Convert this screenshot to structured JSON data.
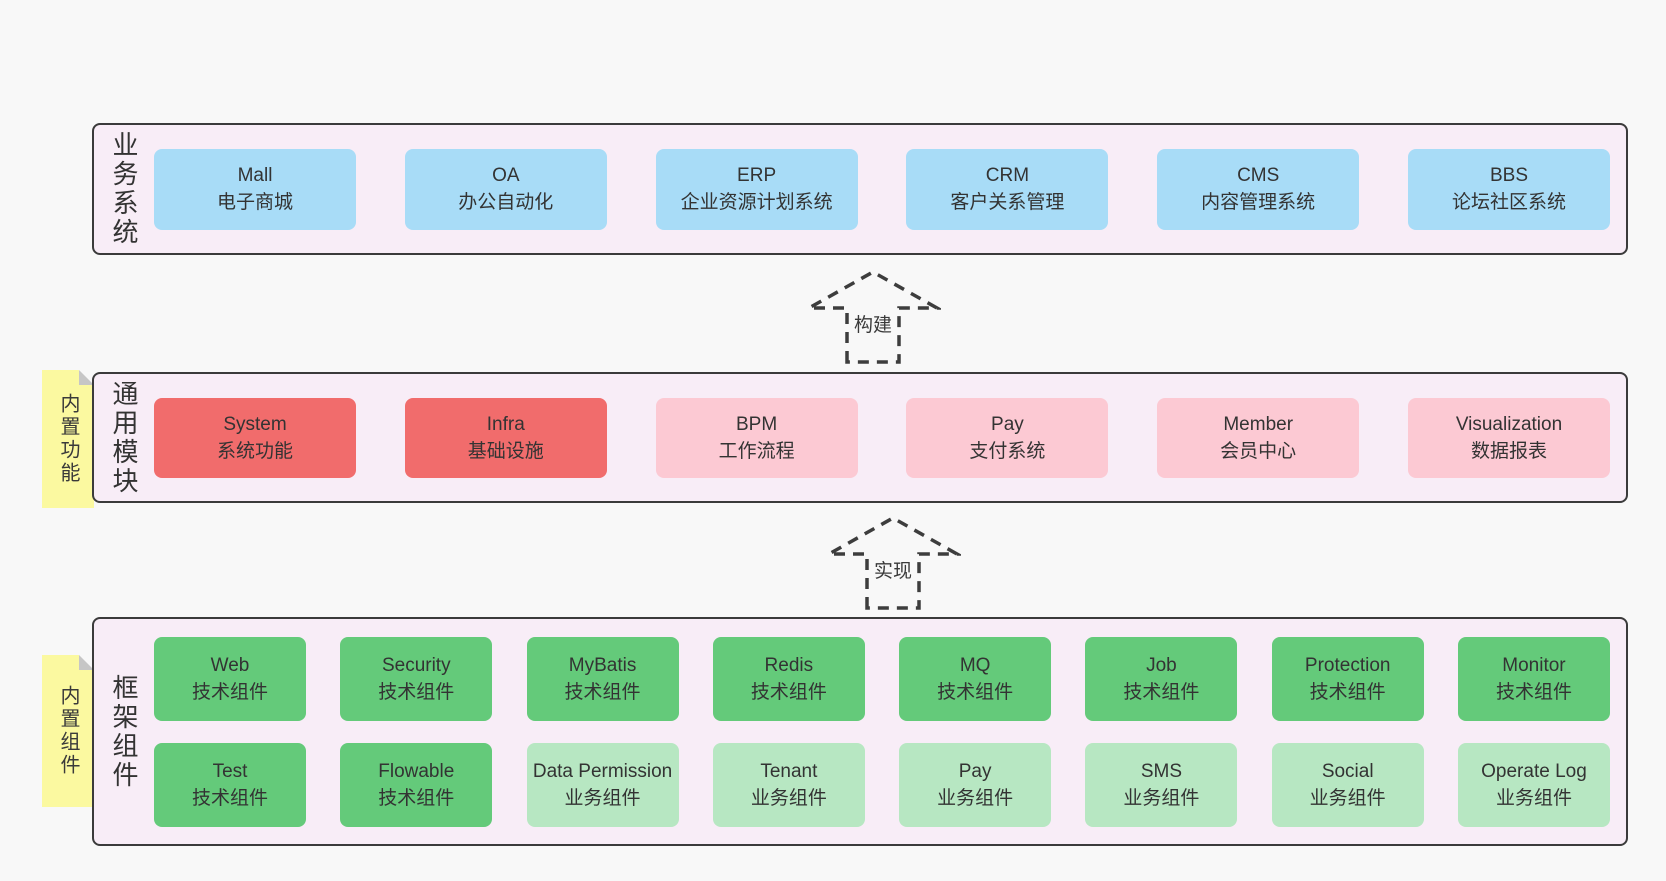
{
  "colors": {
    "page_bg": "#f8f8f8",
    "band_bg": "#f8edf7",
    "band_border": "#3b3b3b",
    "blue_box": "#a8dcf7",
    "red_box": "#f16c6c",
    "pink_box": "#fcc9d3",
    "green_box": "#64ca7a",
    "green_light_box": "#b7e7c2",
    "note_bg": "#fbf9a0"
  },
  "notes": [
    {
      "text": "内置功能"
    },
    {
      "text": "内置组件"
    }
  ],
  "arrows": [
    {
      "label": "构建"
    },
    {
      "label": "实现"
    }
  ],
  "bands": [
    {
      "side_label": "业务系统",
      "rows": [
        [
          {
            "title": "Mall",
            "subtitle": "电子商城",
            "variant": "blue"
          },
          {
            "title": "OA",
            "subtitle": "办公自动化",
            "variant": "blue"
          },
          {
            "title": "ERP",
            "subtitle": "企业资源计划系统",
            "variant": "blue"
          },
          {
            "title": "CRM",
            "subtitle": "客户关系管理",
            "variant": "blue"
          },
          {
            "title": "CMS",
            "subtitle": "内容管理系统",
            "variant": "blue"
          },
          {
            "title": "BBS",
            "subtitle": "论坛社区系统",
            "variant": "blue"
          }
        ]
      ]
    },
    {
      "side_label": "通用模块",
      "rows": [
        [
          {
            "title": "System",
            "subtitle": "系统功能",
            "variant": "red"
          },
          {
            "title": "Infra",
            "subtitle": "基础设施",
            "variant": "red"
          },
          {
            "title": "BPM",
            "subtitle": "工作流程",
            "variant": "pink"
          },
          {
            "title": "Pay",
            "subtitle": "支付系统",
            "variant": "pink"
          },
          {
            "title": "Member",
            "subtitle": "会员中心",
            "variant": "pink"
          },
          {
            "title": "Visualization",
            "subtitle": "数据报表",
            "variant": "pink"
          }
        ]
      ]
    },
    {
      "side_label": "框架组件",
      "rows": [
        [
          {
            "title": "Web",
            "subtitle": "技术组件",
            "variant": "green"
          },
          {
            "title": "Security",
            "subtitle": "技术组件",
            "variant": "green"
          },
          {
            "title": "MyBatis",
            "subtitle": "技术组件",
            "variant": "green"
          },
          {
            "title": "Redis",
            "subtitle": "技术组件",
            "variant": "green"
          },
          {
            "title": "MQ",
            "subtitle": "技术组件",
            "variant": "green"
          },
          {
            "title": "Job",
            "subtitle": "技术组件",
            "variant": "green"
          },
          {
            "title": "Protection",
            "subtitle": "技术组件",
            "variant": "green"
          },
          {
            "title": "Monitor",
            "subtitle": "技术组件",
            "variant": "green"
          }
        ],
        [
          {
            "title": "Test",
            "subtitle": "技术组件",
            "variant": "green"
          },
          {
            "title": "Flowable",
            "subtitle": "技术组件",
            "variant": "green"
          },
          {
            "title": "Data Permission",
            "subtitle": "业务组件",
            "variant": "green-light"
          },
          {
            "title": "Tenant",
            "subtitle": "业务组件",
            "variant": "green-light"
          },
          {
            "title": "Pay",
            "subtitle": "业务组件",
            "variant": "green-light"
          },
          {
            "title": "SMS",
            "subtitle": "业务组件",
            "variant": "green-light"
          },
          {
            "title": "Social",
            "subtitle": "业务组件",
            "variant": "green-light"
          },
          {
            "title": "Operate Log",
            "subtitle": "业务组件",
            "variant": "green-light"
          }
        ]
      ]
    }
  ]
}
